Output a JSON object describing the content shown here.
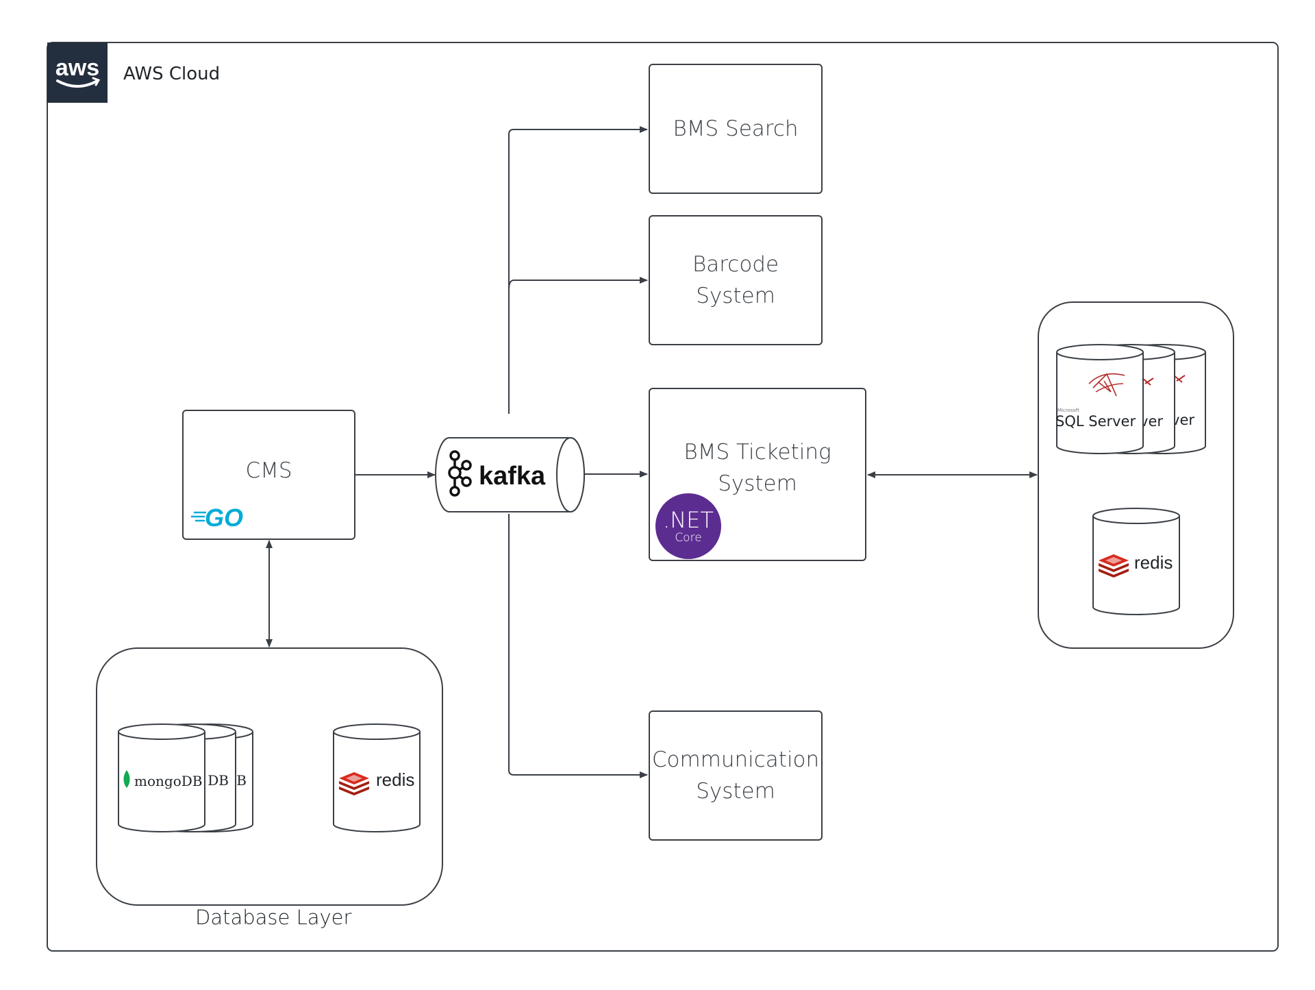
{
  "cloud": {
    "title": "AWS Cloud",
    "logo_text": "aws"
  },
  "nodes": {
    "cms": {
      "label": "CMS",
      "badge": "GO"
    },
    "kafka": {
      "label": "kafka"
    },
    "bms_search": {
      "label": "BMS Search"
    },
    "barcode": {
      "label": "Barcode\nSystem"
    },
    "ticketing": {
      "label": "BMS Ticketing\nSystem",
      "badge_main": ".NET",
      "badge_sub": "Core"
    },
    "communication": {
      "label": "Communication\nSystem"
    }
  },
  "database_layer": {
    "title": "Database Layer",
    "mongo_label": "mongoDB",
    "mongo_partial": "DB",
    "redis_label": "redis"
  },
  "ticketing_store": {
    "sql_label": "SQL Server",
    "sql_partial": "ver",
    "sql_caption": "Microsoft",
    "redis_label": "redis"
  },
  "colors": {
    "stroke": "#3a3f45",
    "aws_badge": "#232f3e",
    "aws_smile": "#ffffff",
    "go": "#00acd7",
    "dotnet": "#5c2d91",
    "redis": "#d82c20",
    "mongo_leaf": "#13aa52",
    "sql_server": "#b52a2a"
  },
  "icons": [
    "aws-logo",
    "go-icon",
    "kafka-icon",
    "dotnet-core-icon",
    "mongodb-icon",
    "redis-icon",
    "sql-server-icon"
  ]
}
